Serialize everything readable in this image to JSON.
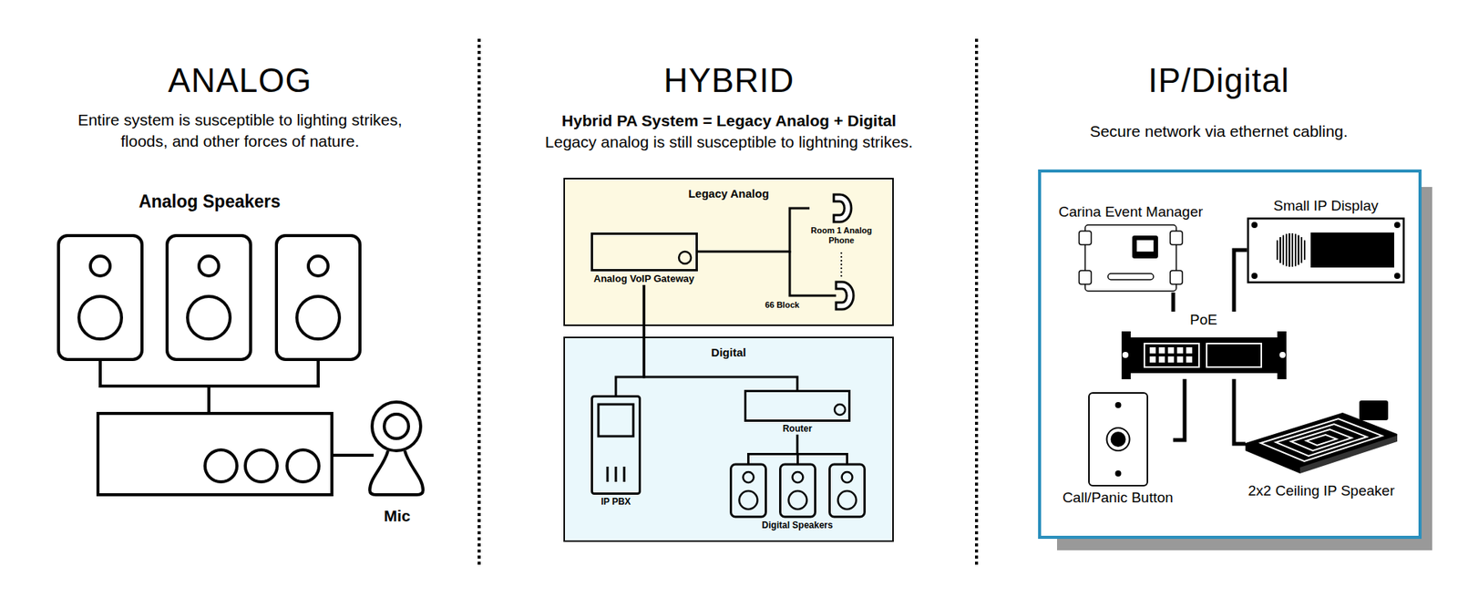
{
  "diagram": {
    "nodes": [
      {
        "text": [
          "Legacy Analog"
        ]
      },
      {
        "text": [
          "Analog VoIP Gateway"
        ],
        "in": 0
      },
      {
        "text": [
          "Room 1 Analog Phone"
        ],
        "in": 0
      },
      {
        "text": [
          "Digital"
        ]
      },
      {
        "text": [
          "IP PBX"
        ],
        "in": 3
      },
      {
        "text": [
          "Router"
        ],
        "in": 3
      },
      {
        "text": [
          "Digital Speakers"
        ],
        "in": 3
      },
      {
        "text": [
          "Carina Event Manager"
        ]
      },
      {
        "text": [
          "Small IP Display"
        ]
      },
      {
        "text": [
          "PoE"
        ]
      },
      {
        "text": [
          "Call/Panic Button"
        ]
      },
      {
        "text": [
          "2x2 Ceiling IP Speaker"
        ]
      }
    ],
    "edges": [
      {
        "from": 1,
        "to": 2,
        "arrow": "none"
      },
      {
        "from": 1,
        "to": 4,
        "arrow": "none"
      },
      {
        "from": 1,
        "to": 5,
        "arrow": "none"
      },
      {
        "from": 5,
        "to": 6,
        "arrow": "none"
      },
      {
        "from": 9,
        "to": 7,
        "arrow": "none"
      },
      {
        "from": 9,
        "to": 8,
        "arrow": "none"
      },
      {
        "from": 9,
        "to": 10,
        "arrow": "none"
      },
      {
        "from": 9,
        "to": 11,
        "arrow": "none"
      }
    ],
    "labels": [
      "ANALOG",
      "Entire system is susceptible to lighting strikes, floods, and other forces of nature.",
      "Analog Speakers",
      "Mic",
      "HYBRID",
      "Hybrid PA System = Legacy Analog + Digital",
      "Legacy analog is still susceptible to lightning strikes.",
      "66 Block",
      "IP/Digital",
      "Secure network via ethernet cabling."
    ]
  }
}
